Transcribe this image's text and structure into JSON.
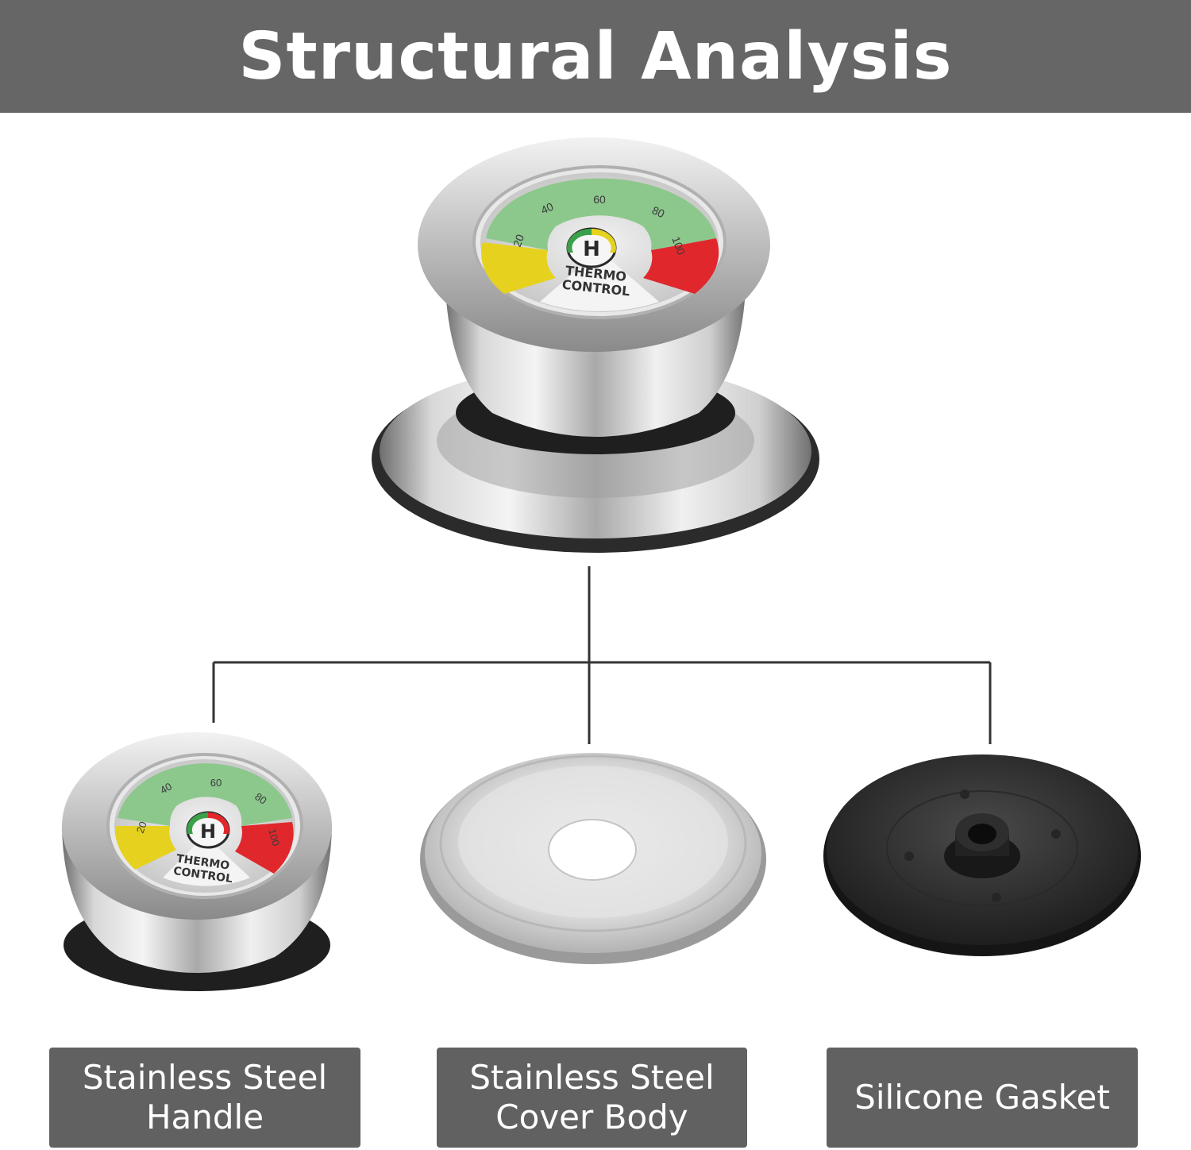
{
  "title": "Structural Analysis",
  "dial": {
    "ticks": [
      "20",
      "40",
      "60",
      "80",
      "100"
    ],
    "center_letter": "H",
    "brand_line1": "THERMO",
    "brand_line2": "CONTROL"
  },
  "parts": [
    {
      "label": "Stainless Steel\nHandle"
    },
    {
      "label": "Stainless Steel\nCover Body"
    },
    {
      "label": "Silicone Gasket"
    }
  ],
  "colors": {
    "header_bg": "#666666",
    "label_bg": "#616161",
    "zone_yellow": "#e6d21e",
    "zone_green": "#8cc88c",
    "zone_red": "#e0282c"
  }
}
